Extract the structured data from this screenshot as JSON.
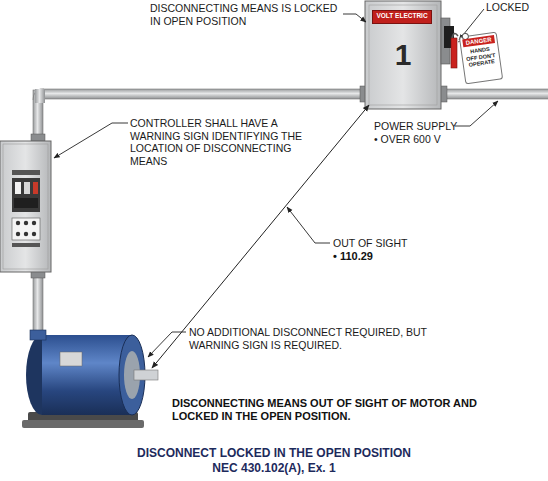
{
  "diagram": {
    "caption": "DISCONNECT LOCKED IN THE OPEN POSITION",
    "nodes": [
      {
        "text": [
          "1"
        ]
      },
      {
        "text": [
          "VOLT ELECTRIC"
        ],
        "in": 0
      },
      {
        "text": [
          "DANGER",
          "HANDS OFF DON'T OPERATE"
        ]
      }
    ],
    "labels": [
      "DISCONNECTING MEANS IS LOCKED IN OPEN POSITION",
      "LOCKED",
      "CONTROLLER SHALL HAVE A WARNING SIGN IDENTIFYING THE LOCATION OF DISCONNECTING MEANS",
      "POWER SUPPLY",
      "• OVER 600 V",
      "OUT OF SIGHT",
      "• 110.29",
      "NO ADDITIONAL DISCONNECT REQUIRED, BUT WARNING SIGN IS REQUIRED.",
      "DISCONNECTING MEANS OUT OF SIGHT OF MOTOR AND LOCKED IN THE OPEN POSITION.",
      "NEC 430.102(A), Ex. 1"
    ]
  }
}
